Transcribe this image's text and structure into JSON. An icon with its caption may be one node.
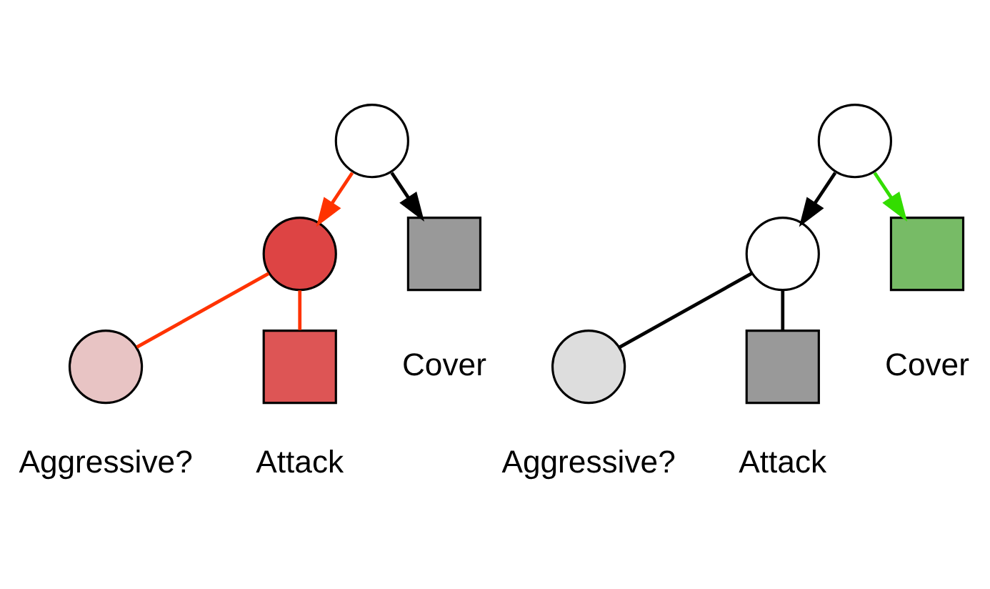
{
  "diagram": {
    "nodes": [
      {
        "text": [],
        "shape": "circle"
      },
      {
        "text": [],
        "shape": "circle"
      },
      {
        "text": [],
        "shape": "box",
        "beside": [
          "Cover"
        ]
      },
      {
        "text": [],
        "shape": "circle",
        "beside": [
          "Aggressive?"
        ]
      },
      {
        "text": [],
        "shape": "box",
        "beside": [
          "Attack"
        ]
      },
      {
        "text": [],
        "shape": "circle"
      },
      {
        "text": [],
        "shape": "circle"
      },
      {
        "text": [],
        "shape": "box",
        "beside": [
          "Cover"
        ]
      },
      {
        "text": [],
        "shape": "circle",
        "beside": [
          "Aggressive?"
        ]
      },
      {
        "text": [],
        "shape": "box",
        "beside": [
          "Attack"
        ]
      }
    ],
    "edges": [
      {
        "from": 0,
        "to": 1,
        "arrow": "to",
        "color": "#ff3300"
      },
      {
        "from": 0,
        "to": 2,
        "arrow": "to"
      },
      {
        "from": 1,
        "to": 3,
        "arrow": "none",
        "color": "#ff3300"
      },
      {
        "from": 1,
        "to": 4,
        "arrow": "none",
        "color": "#ff3300"
      },
      {
        "from": 5,
        "to": 6,
        "arrow": "to"
      },
      {
        "from": 5,
        "to": 7,
        "arrow": "to",
        "color": "#33dd00"
      },
      {
        "from": 6,
        "to": 8,
        "arrow": "none"
      },
      {
        "from": 6,
        "to": 9,
        "arrow": "none"
      }
    ]
  }
}
